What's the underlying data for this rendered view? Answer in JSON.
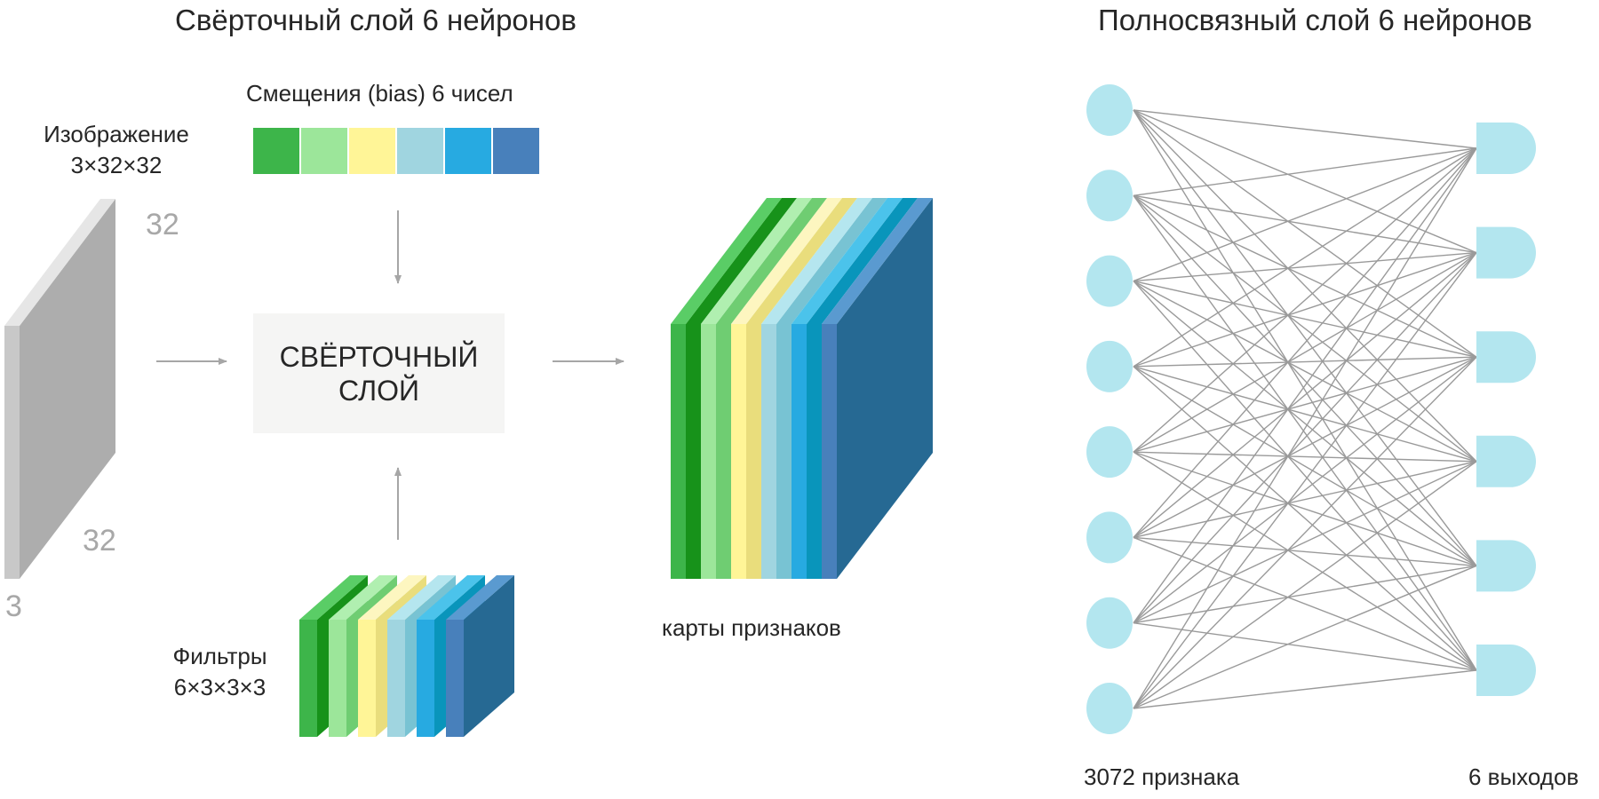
{
  "conv_section": {
    "title": "Свёрточный слой 6 нейронов",
    "bias_label": "Смещения (bias) 6 чисел",
    "bias_count": 6,
    "image_label_line1": "Изображение",
    "image_label_line2": "3×32×32",
    "dim_height": "32",
    "dim_width": "32",
    "dim_depth": "3",
    "conv_box_line1": "СВЁРТОЧНЫЙ",
    "conv_box_line2": "СЛОЙ",
    "filters_label_line1": "Фильтры",
    "filters_label_line2": "6×3×3×3",
    "feature_maps_label": "карты признаков"
  },
  "fc_section": {
    "title": "Полносвязный слой 6 нейронов",
    "input_label": "3072 признака",
    "output_label": "6 выходов",
    "input_nodes_drawn": 8,
    "output_nodes_drawn": 6
  },
  "colors": {
    "channels": [
      {
        "front": "#3db54a",
        "side": "#17921a",
        "top": "#5acd66"
      },
      {
        "front": "#9ce69a",
        "side": "#6fcd72",
        "top": "#b0efb0"
      },
      {
        "front": "#fff597",
        "side": "#e9dd7c",
        "top": "#fdf6c0"
      },
      {
        "front": "#a0d5e0",
        "side": "#78c3d3",
        "top": "#b5e6ef"
      },
      {
        "front": "#27aae1",
        "side": "#0995bb",
        "top": "#4bc3eb"
      },
      {
        "front": "#4880bb",
        "side": "#266993",
        "top": "#5a9ad0"
      }
    ],
    "node": "#b3e6ef",
    "edge": "#9a9a9a",
    "arrow": "#a6a6a6",
    "input_front": "#c8c8c8",
    "input_side": "#adadad",
    "input_top": "#e6e6e6"
  }
}
